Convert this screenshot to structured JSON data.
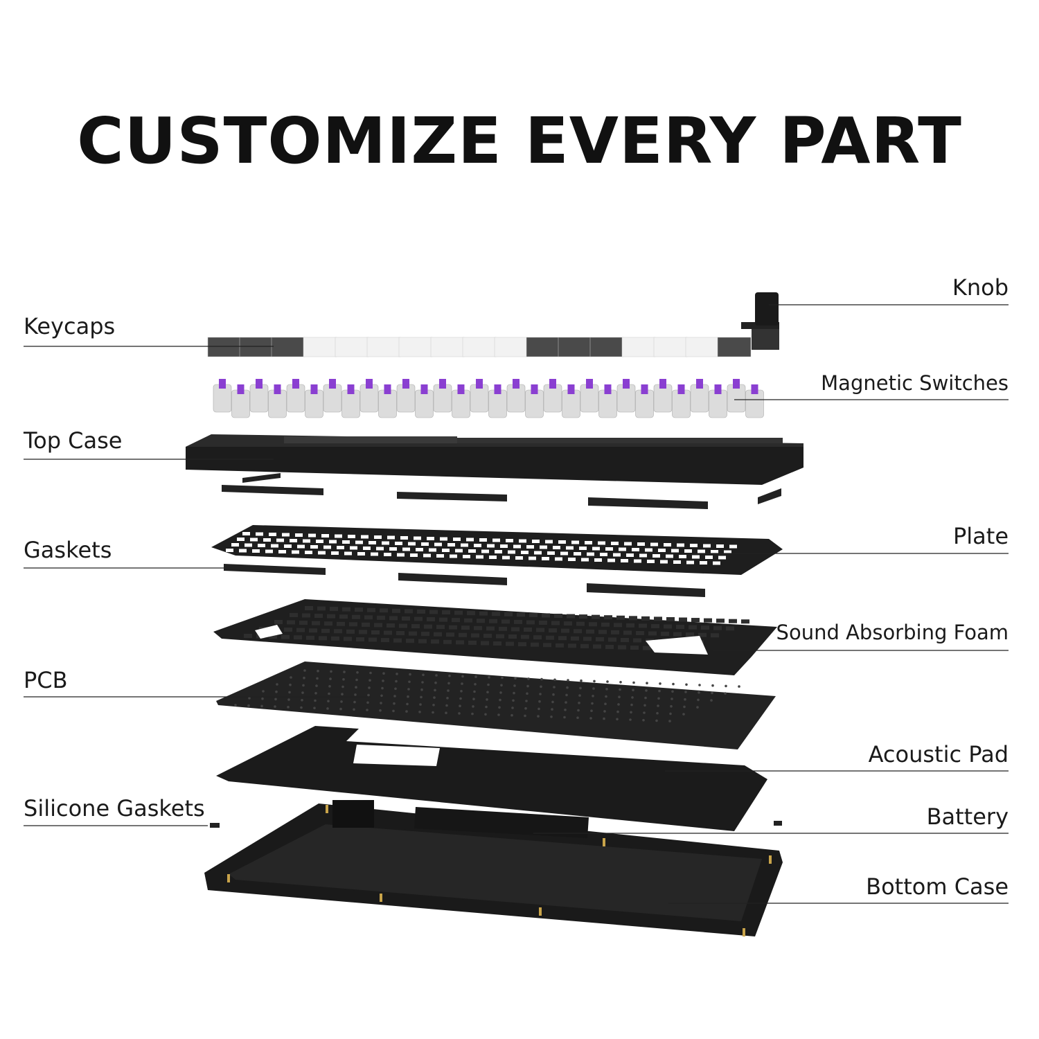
{
  "title": "CUSTOMIZE EVERY PART",
  "labels_left": [
    "Keycaps",
    "Top Case",
    "Gaskets",
    "PCB",
    "Silicone Gaskets"
  ],
  "labels_right": [
    "Knob",
    "Magnetic Switches",
    "Plate",
    "Sound Absorbing Foam",
    "Acoustic Pad",
    "Battery",
    "Bottom Case"
  ],
  "colors": {
    "case": "#1e1e1e",
    "switch_stem": "#8a3fd1",
    "keycap_dark": "#4a4a4a",
    "keycap_light": "#f2f2f2"
  }
}
